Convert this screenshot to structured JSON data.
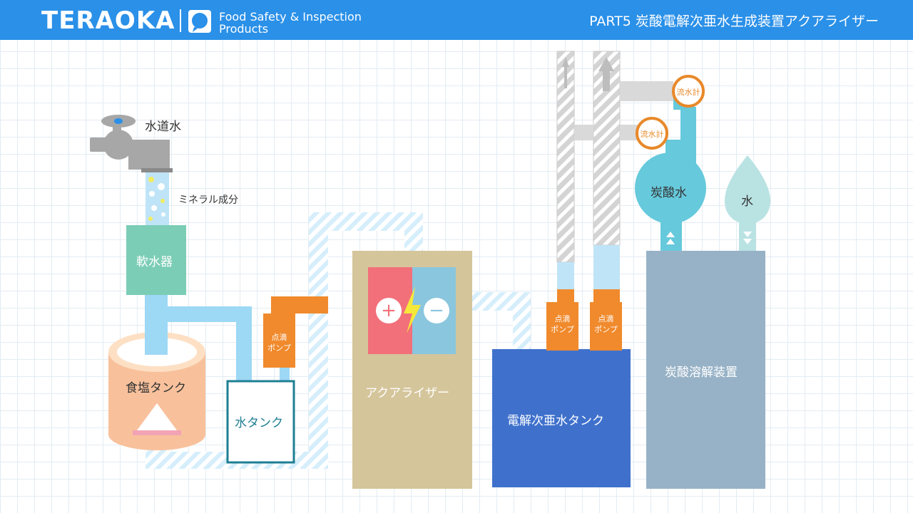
{
  "header": {
    "brand": "TERAOKA",
    "sub_line1": "Food Safety & Inspection",
    "sub_line2": "Products",
    "title": "PART5  炭酸電解次亜水生成装置アクアライザー"
  },
  "diagram": {
    "tap_water": "水道水",
    "minerals": "ミネラル成分",
    "softener": "軟水器",
    "salt_tank": "食塩タンク",
    "water_tank": "水タンク",
    "pump_left": [
      "点滴",
      "ポンプ"
    ],
    "aqualyzer": "アクアライザー",
    "plus_sign": "+",
    "minus_sign": "−",
    "hypo_tank": "電解次亜水タンク",
    "pump_mid1": [
      "点滴",
      "ポンプ"
    ],
    "pump_mid2": [
      "点滴",
      "ポンプ"
    ],
    "flow_meter_top": "流水計",
    "flow_meter_bottom": "流水計",
    "carbonated_water": "炭酸水",
    "water_drop": "水",
    "dissolver": "炭酸溶解装置"
  },
  "colors": {
    "header_bg": "#2a90e8",
    "water": "#9dd8f5",
    "softener": "#7ccdb6",
    "salt_tank": "#f8c19c",
    "pump": "#f08a2c",
    "aqualyzer": "#d5c59b",
    "plus_cell": "#f2707a",
    "minus_cell": "#8ac6de",
    "hypo_tank": "#3f71cc",
    "dissolver": "#97b2c6",
    "carbonated": "#66c9dc",
    "drop": "#b9e2e3",
    "meter": "#e8892a",
    "pipe_gray": "#d2d2d2"
  }
}
